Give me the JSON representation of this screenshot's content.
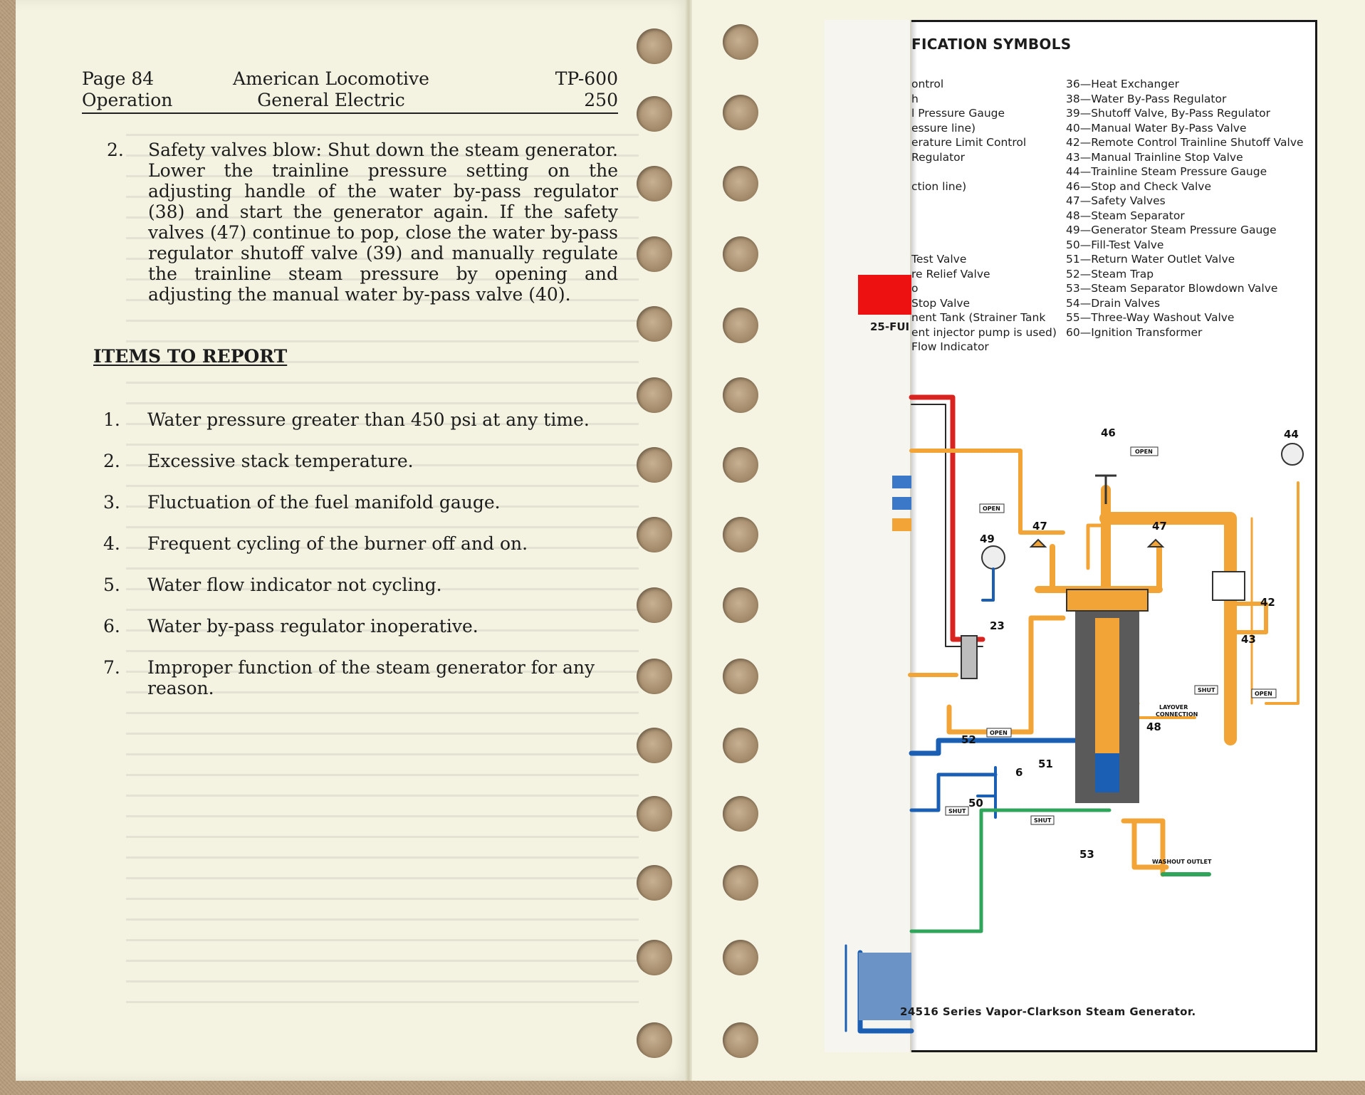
{
  "left_page": {
    "header": {
      "page": "Page 84",
      "section": "Operation",
      "company_line1": "American Locomotive",
      "company_line2": "General Electric",
      "doc_number": "TP-600",
      "doc_rev": "250"
    },
    "step": {
      "number": "2.",
      "text": "Safety valves blow: Shut down the steam generator. Lower the trainline pressure setting on the adjusting handle of the water by-pass regulator (38) and start the generator again. If the safety valves (47) continue to pop, close the water by-pass regulator shutoff valve (39) and manually regulate the trainline steam pressure by opening and adjusting the manual water by-pass valve (40)."
    },
    "items_title": "ITEMS TO REPORT",
    "items": [
      {
        "n": "1.",
        "text": "Water pressure greater than 450 psi at any time."
      },
      {
        "n": "2.",
        "text": "Excessive stack temperature."
      },
      {
        "n": "3.",
        "text": "Fluctuation of the fuel manifold gauge."
      },
      {
        "n": "4.",
        "text": "Frequent cycling of the burner off and on."
      },
      {
        "n": "5.",
        "text": "Water flow indicator not cycling."
      },
      {
        "n": "6.",
        "text": "Water by-pass regulator inoperative."
      },
      {
        "n": "7.",
        "text": "Improper function of the steam generator for any reason."
      }
    ]
  },
  "right_page": {
    "symbols_title": "FICATION SYMBOLS",
    "partial_col": [
      "ontrol",
      "h",
      "l Pressure Gauge",
      "essure line)",
      "erature Limit Control",
      "Regulator",
      "",
      "ction line)",
      "",
      "",
      "",
      "",
      "Test Valve",
      "re Relief Valve",
      "o",
      "Stop Valve",
      "nent Tank (Strainer Tank",
      "ent injector pump is used)",
      "Flow Indicator"
    ],
    "symbols": [
      "36—Heat Exchanger",
      "38—Water By-Pass Regulator",
      "39—Shutoff Valve, By-Pass Regulator",
      "40—Manual Water By-Pass Valve",
      "42—Remote Control Trainline Shutoff Valve",
      "43—Manual Trainline Stop Valve",
      "44—Trainline Steam Pressure Gauge",
      "46—Stop and Check Valve",
      "47—Safety Valves",
      "48—Steam Separator",
      "49—Generator Steam Pressure Gauge",
      "50—Fill-Test Valve",
      "51—Return Water Outlet Valve",
      "52—Steam Trap",
      "53—Steam Separator Blowdown Valve",
      "54—Drain Valves",
      "55—Three-Way Washout Valve",
      "60—Ignition Transformer"
    ],
    "tag_label": "25-FUI",
    "caption": "4516 Series Vapor-Clarkson Steam Generator.",
    "caption_prefix": "2",
    "callouts": {
      "c46": "46",
      "c44": "44",
      "c47a": "47",
      "c47b": "47",
      "c49": "49",
      "c42": "42",
      "c23": "23",
      "c43": "43",
      "c48": "48",
      "c52": "52",
      "c6": "6",
      "c51": "51",
      "c50": "50",
      "c53": "53"
    },
    "tags": {
      "open": "OPEN",
      "shut": "SHUT",
      "layover": "LAYOVER",
      "connection": "CONNECTION",
      "washout": "WASHOUT OUTLET"
    },
    "colors": {
      "steam": "#f2a536",
      "water": "#1a5fb4",
      "fuel": "#d9231f",
      "drain": "#2ea55a"
    }
  }
}
